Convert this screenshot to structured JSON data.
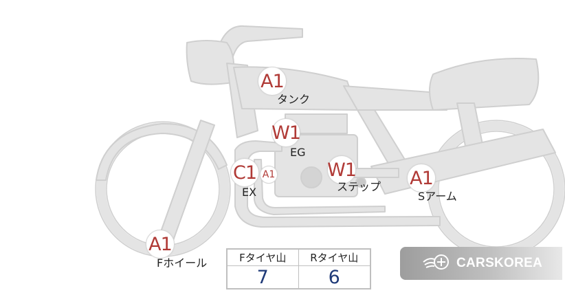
{
  "markers": [
    {
      "id": "tank",
      "code": "A1",
      "label": "タンク"
    },
    {
      "id": "engine",
      "code": "W1",
      "label": "EG"
    },
    {
      "id": "exhaust",
      "code": "C1",
      "label": "EX"
    },
    {
      "id": "exhaust-extra",
      "code": "A1"
    },
    {
      "id": "step",
      "code": "W1",
      "label": "ステップ"
    },
    {
      "id": "swingarm",
      "code": "A1",
      "label": "Sアーム"
    },
    {
      "id": "front-wheel",
      "code": "A1",
      "label": "Fホイール"
    }
  ],
  "tread_table": {
    "headers": [
      "Fタイヤ山",
      "Rタイヤ山"
    ],
    "values": [
      "7",
      "6"
    ]
  },
  "brand": {
    "text": "CARSKOREA",
    "icon": "flame-car-logo-icon"
  },
  "colors": {
    "body": "#e4e4e4",
    "outline": "#cfcfcf",
    "badge_text": "#b03a36",
    "value_text": "#1f3a78"
  }
}
